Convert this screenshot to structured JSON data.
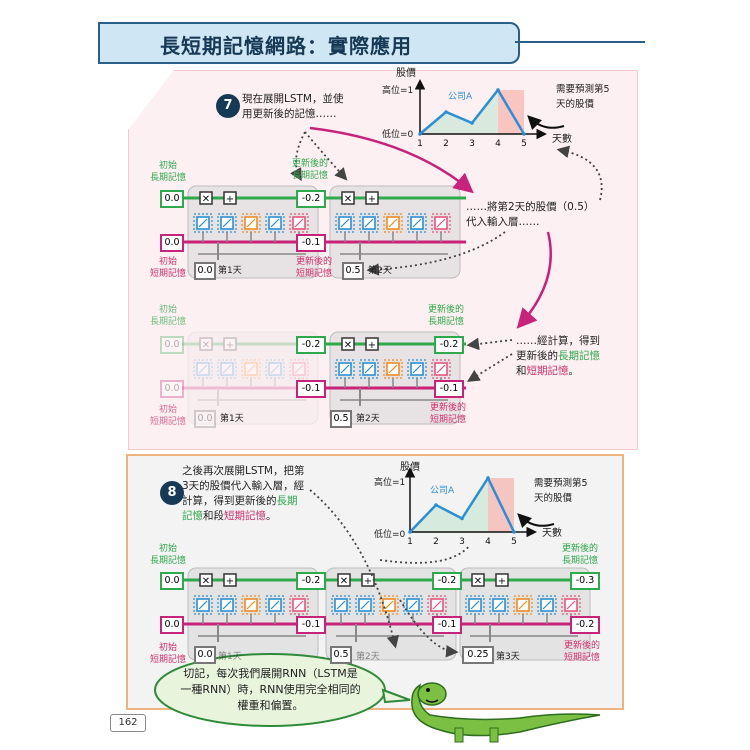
{
  "header": {
    "title": "長短期記憶網路：實際應用"
  },
  "step7": {
    "number": "7",
    "text_line1": "現在展開LSTM，並使",
    "text_line2": "用更新後的記憶……",
    "feed_line1": "……將第2天的股價（0.5）",
    "feed_line2": "代入輸入層……",
    "result_line1": "……經計算，得到",
    "result_line2_a": "更新後的",
    "result_line2_b": "長期記憶",
    "result_line3_a": "和",
    "result_line3_b": "短期記憶",
    "result_line3_c": "。"
  },
  "step8": {
    "number": "8",
    "line1": "之後再次展開LSTM，把第",
    "line2": "3天的股價代入輸入層，經",
    "line3_a": "計算，得到更新後的",
    "line3_b": "長期",
    "line4_a": "記憶",
    "line4_b": "和段",
    "line4_c": "短期記憶",
    "line4_d": "。"
  },
  "labels": {
    "init_long_1": "初始",
    "init_long_2": "長期記憶",
    "init_short_1": "初始",
    "init_short_2": "短期記憶",
    "upd_long_1": "更新後的",
    "upd_long_2": "長期記憶",
    "upd_short_1": "更新後的",
    "upd_short_2": "短期記憶",
    "day1": "第1天",
    "day2": "第2天",
    "day3": "第3天"
  },
  "values": {
    "zero": "0.0",
    "neg02": "-0.2",
    "neg01": "-0.1",
    "neg03": "-0.3",
    "in_day1": "0.0",
    "in_day2": "0.5",
    "in_day3": "0.25"
  },
  "gates": {
    "multiply": "✕",
    "add": "+"
  },
  "chart_top": {
    "ylabel": "股價",
    "xlabel": "天數",
    "high_label": "高位=1",
    "low_label": "低位=0",
    "series_label": "公司A",
    "note_line1": "需要預測第5",
    "note_line2": "天的股價"
  },
  "chart_bottom": {
    "ylabel": "股價",
    "xlabel": "天數",
    "high_label": "高位=1",
    "low_label": "低位=0",
    "series_label": "公司A",
    "note_line1": "需要預測第5",
    "note_line2": "天的股價"
  },
  "chart_data": [
    {
      "type": "line",
      "x": [
        1,
        2,
        3,
        4,
        5
      ],
      "series": [
        {
          "name": "公司A",
          "values": [
            0,
            0.5,
            0.25,
            1,
            0
          ]
        }
      ],
      "xlabel": "天數",
      "ylabel": "股價",
      "ylim": [
        0,
        1
      ],
      "x_tick_labels": [
        "1",
        "2",
        "3",
        "4",
        "5"
      ],
      "y_tick_labels": [
        "低位=0",
        "高位=1"
      ],
      "highlight": "day 5 region shaded",
      "annotation": "需要預測第5天的股價"
    },
    {
      "type": "line",
      "x": [
        1,
        2,
        3,
        4,
        5
      ],
      "series": [
        {
          "name": "公司A",
          "values": [
            0,
            0.5,
            0.25,
            1,
            0
          ]
        }
      ],
      "xlabel": "天數",
      "ylabel": "股價",
      "ylim": [
        0,
        1
      ],
      "x_tick_labels": [
        "1",
        "2",
        "3",
        "4",
        "5"
      ],
      "y_tick_labels": [
        "低位=0",
        "高位=1"
      ],
      "highlight": "day 5 region shaded",
      "annotation": "需要預測第5天的股價"
    }
  ],
  "bubble": {
    "line1": "切記，每次我們展開RNN（LSTM是",
    "line2": "一種RNN）時，RNN使用完全相同的",
    "line3": "權重和偏置。"
  },
  "page_number": "162",
  "colors": {
    "green": "#2ea94c",
    "magenta": "#c8237a",
    "gray": "#888888",
    "blue": "#2a8fd6",
    "orange": "#f08a24",
    "pink": "#e8547a",
    "navy": "#163a56"
  }
}
